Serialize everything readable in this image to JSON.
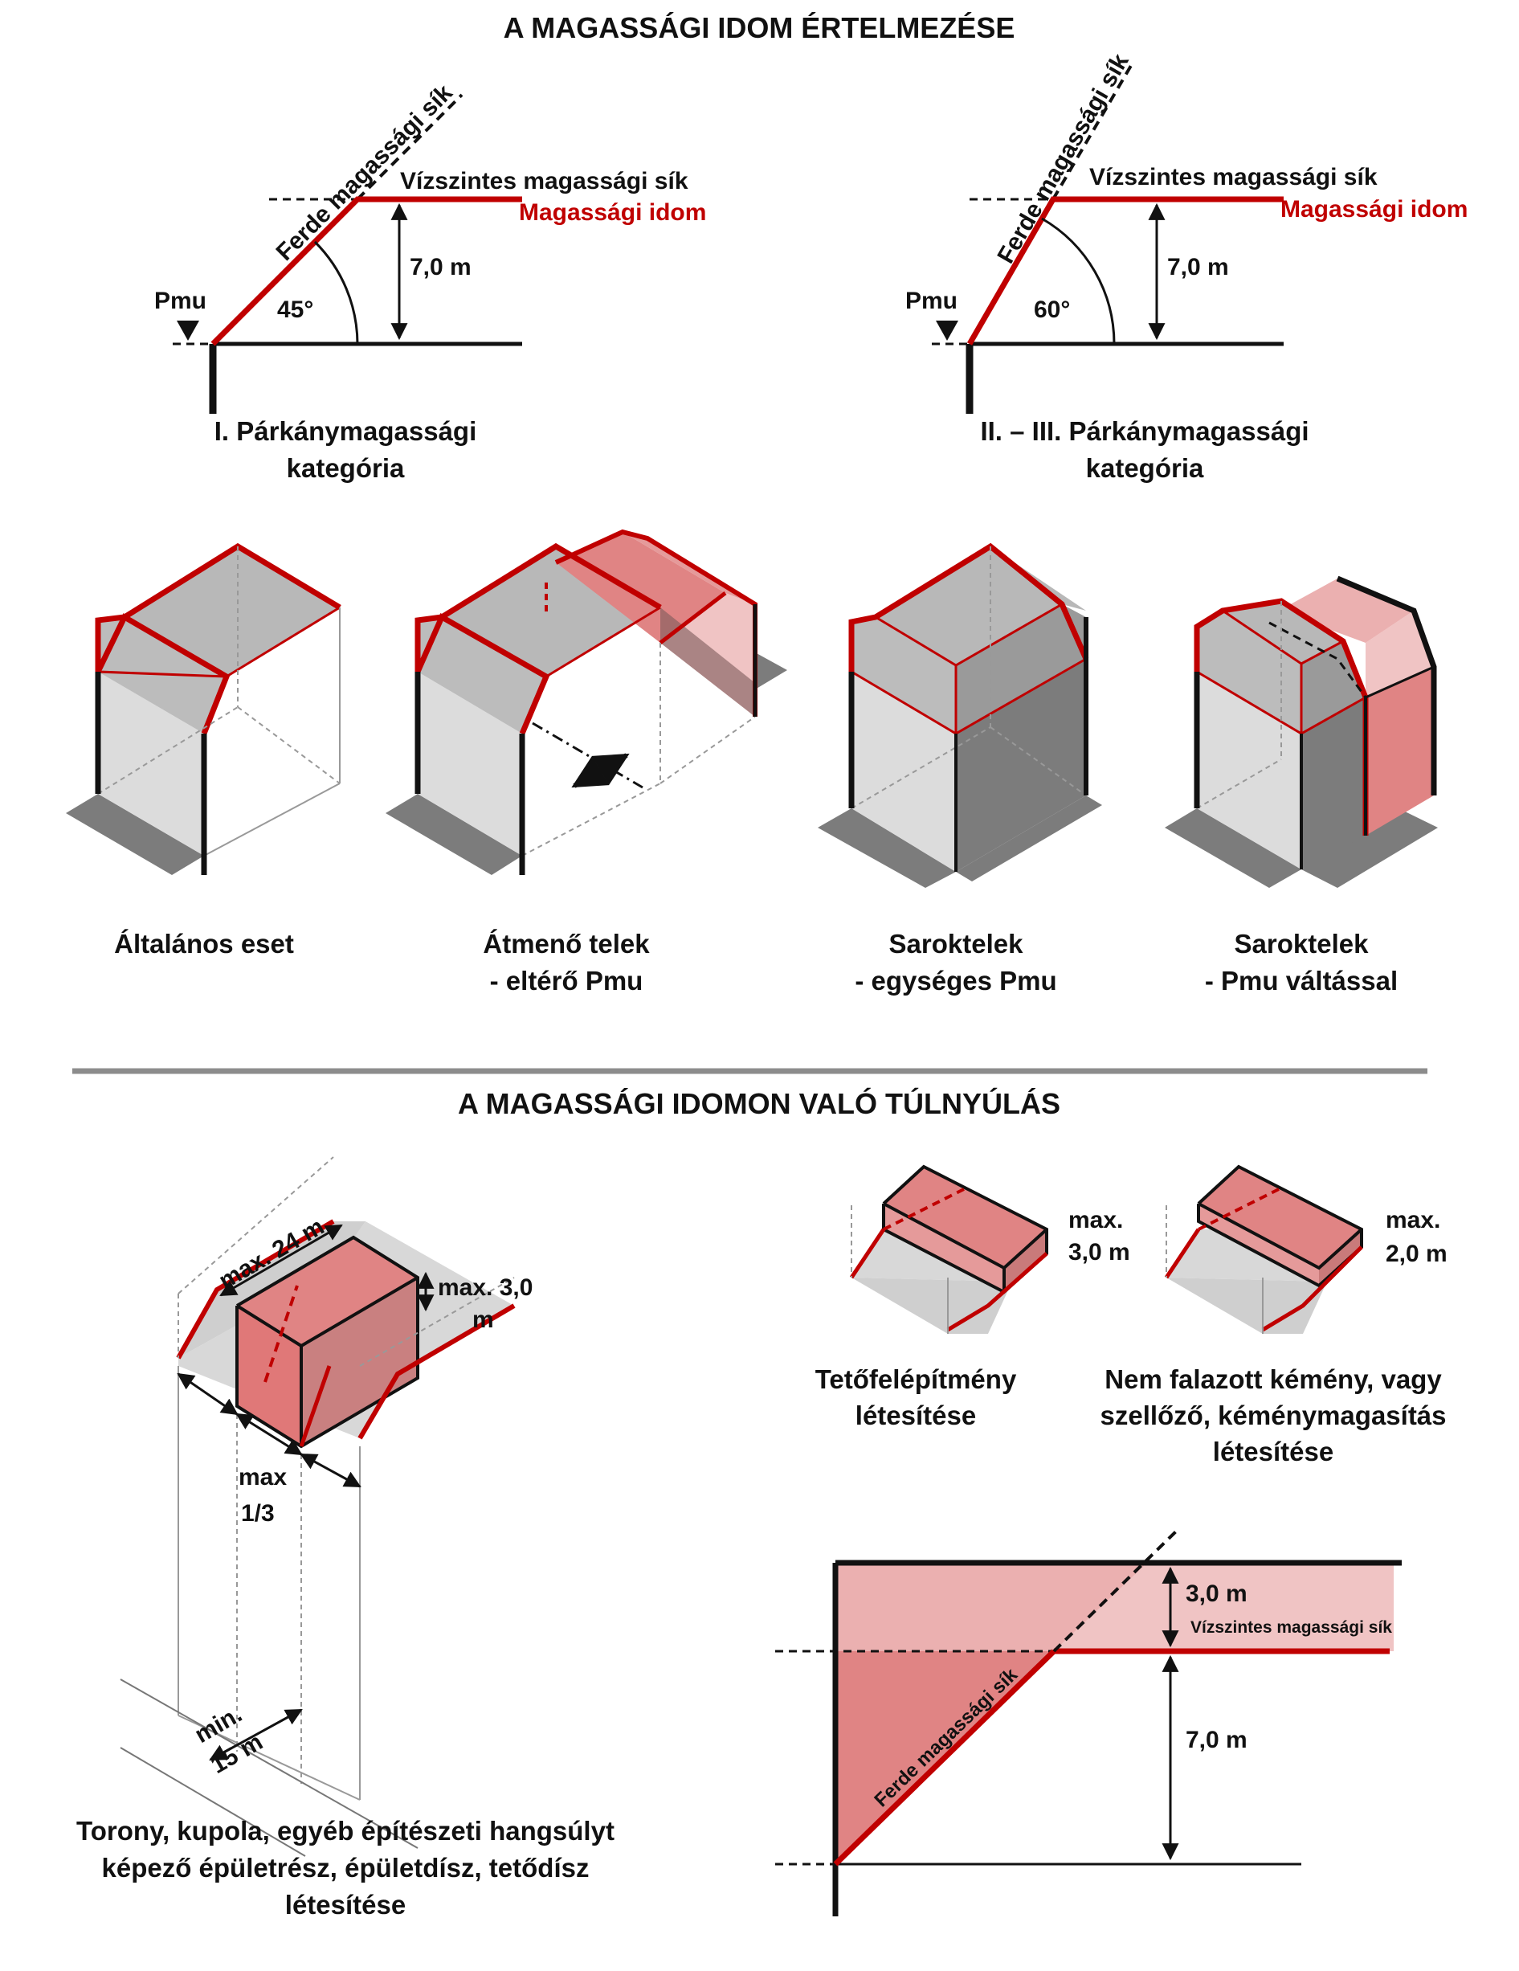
{
  "title_top": "A MAGASSÁGI IDOM ÉRTELMEZÉSE",
  "title_bottom": "A MAGASSÁGI IDOMON VALÓ TÚLNYÚLÁS",
  "profile1": {
    "slope_label": "Ferde magassági sík",
    "horizontal_label": "Vízszintes magassági sík",
    "idom_label": "Magassági idom",
    "height": "7,0 m",
    "angle": "45°",
    "pmu": "Pmu",
    "caption_1": "I. Párkánymagassági",
    "caption_2": "kategória"
  },
  "profile2": {
    "slope_label": "Ferde magassági sík",
    "horizontal_label": "Vízszintes magassági sík",
    "idom_label": "Magassági idom",
    "height": "7,0 m",
    "angle": "60°",
    "pmu": "Pmu",
    "caption_1": "II. – III. Párkánymagassági",
    "caption_2": "kategória"
  },
  "cases": [
    {
      "line1": "Általános eset",
      "line2": ""
    },
    {
      "line1": "Átmenő telek",
      "line2": "- eltérő Pmu"
    },
    {
      "line1": "Saroktelek",
      "line2": "- egységes Pmu"
    },
    {
      "line1": "Saroktelek",
      "line2": "- Pmu váltással"
    }
  ],
  "tower": {
    "max_width": "max. 24 m",
    "max_height_1": "max. 3,0",
    "max_height_2": "m",
    "ratio_1": "max",
    "ratio_2": "1/3",
    "min_1": "min.",
    "min_2": "15 m",
    "caption_1": "Torony, kupola, egyéb építészeti hangsúlyt",
    "caption_2": "képező épületrész, épületdísz, tetődísz",
    "caption_3": "létesítése"
  },
  "roof1": {
    "max_1": "max.",
    "max_2": "3,0 m",
    "caption_1": "Tetőfelépítmény",
    "caption_2": "létesítése"
  },
  "roof2": {
    "max_1": "max.",
    "max_2": "2,0 m",
    "caption_1": "Nem falazott kémény, vagy",
    "caption_2": "szellőző, kéménymagasítás",
    "caption_3": "létesítése"
  },
  "section": {
    "upper": "3,0 m",
    "horizontal_label": "Vízszintes magassági sík",
    "lower": "7,0 m",
    "slope_label": "Ferde magassági sík"
  },
  "colors": {
    "red": "#c00000",
    "light_red": "#f0c4c4",
    "mid_red": "#e08484",
    "grey_light": "#dcdcdc",
    "grey_mid": "#b8b8b8",
    "grey_dark": "#7c7c7c",
    "divider": "#8c8c8c"
  }
}
